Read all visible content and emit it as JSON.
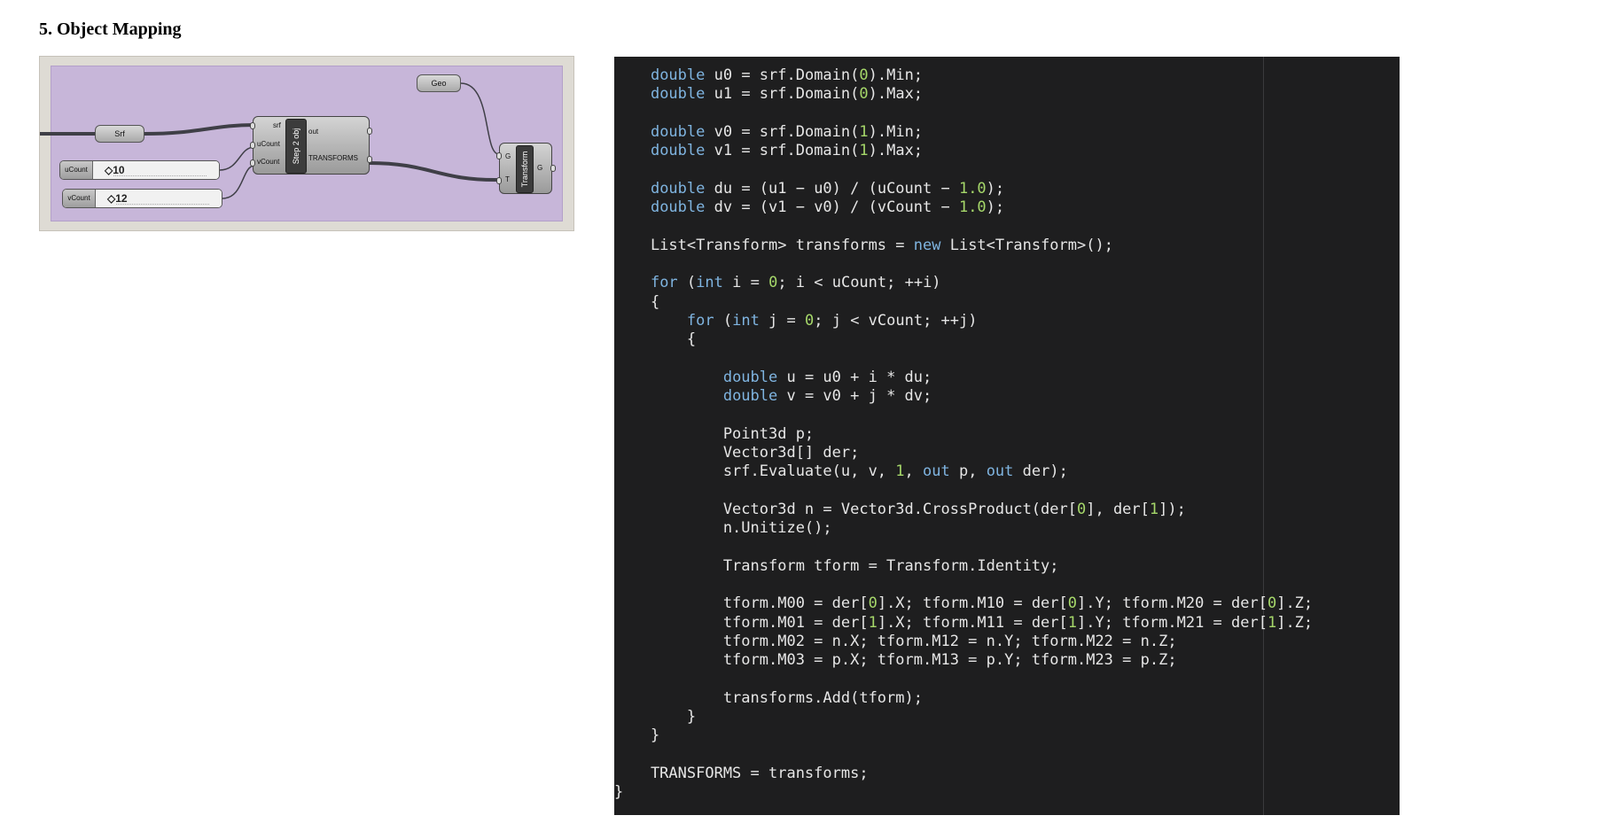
{
  "section": {
    "heading": "5. Object Mapping"
  },
  "grasshopper": {
    "params": {
      "srf": "Srf",
      "geo": "Geo"
    },
    "sliders": [
      {
        "name": "uCount",
        "value": "10"
      },
      {
        "name": "vCount",
        "value": "12"
      }
    ],
    "script_component": {
      "title": "Step 2 obj",
      "inputs": [
        "srf",
        "uCount",
        "vCount"
      ],
      "outputs": [
        "out",
        "TRANSFORMS"
      ]
    },
    "transform_component": {
      "title": "Transform",
      "inputs": [
        "G",
        "T"
      ],
      "output": "G"
    }
  },
  "code": {
    "lines": [
      [
        [
          "    ",
          ""
        ],
        [
          "double",
          "kw"
        ],
        [
          " u0 = srf.Domain(",
          ""
        ],
        [
          "0",
          "num"
        ],
        [
          ").Min;",
          ""
        ]
      ],
      [
        [
          "    ",
          ""
        ],
        [
          "double",
          "kw"
        ],
        [
          " u1 = srf.Domain(",
          ""
        ],
        [
          "0",
          "num"
        ],
        [
          ").Max;",
          ""
        ]
      ],
      [],
      [
        [
          "    ",
          ""
        ],
        [
          "double",
          "kw"
        ],
        [
          " v0 = srf.Domain(",
          ""
        ],
        [
          "1",
          "num"
        ],
        [
          ").Min;",
          ""
        ]
      ],
      [
        [
          "    ",
          ""
        ],
        [
          "double",
          "kw"
        ],
        [
          " v1 = srf.Domain(",
          ""
        ],
        [
          "1",
          "num"
        ],
        [
          ").Max;",
          ""
        ]
      ],
      [],
      [
        [
          "    ",
          ""
        ],
        [
          "double",
          "kw"
        ],
        [
          " du = (u1 − u0) / (uCount − ",
          ""
        ],
        [
          "1.0",
          "num"
        ],
        [
          ");",
          ""
        ]
      ],
      [
        [
          "    ",
          ""
        ],
        [
          "double",
          "kw"
        ],
        [
          " dv = (v1 − v0) / (vCount − ",
          ""
        ],
        [
          "1.0",
          "num"
        ],
        [
          ");",
          ""
        ]
      ],
      [],
      [
        [
          "    List<Transform> transforms = ",
          ""
        ],
        [
          "new",
          "kw"
        ],
        [
          " List<Transform>();",
          ""
        ]
      ],
      [],
      [
        [
          "    ",
          ""
        ],
        [
          "for",
          "kw"
        ],
        [
          " (",
          ""
        ],
        [
          "int",
          "kw"
        ],
        [
          " i = ",
          ""
        ],
        [
          "0",
          "num"
        ],
        [
          "; i < uCount; ++i)",
          ""
        ]
      ],
      [
        [
          "    {",
          ""
        ]
      ],
      [
        [
          "        ",
          ""
        ],
        [
          "for",
          "kw"
        ],
        [
          " (",
          ""
        ],
        [
          "int",
          "kw"
        ],
        [
          " j = ",
          ""
        ],
        [
          "0",
          "num"
        ],
        [
          "; j < vCount; ++j)",
          ""
        ]
      ],
      [
        [
          "        {",
          ""
        ]
      ],
      [],
      [
        [
          "            ",
          ""
        ],
        [
          "double",
          "kw"
        ],
        [
          " u = u0 + i * du;",
          ""
        ]
      ],
      [
        [
          "            ",
          ""
        ],
        [
          "double",
          "kw"
        ],
        [
          " v = v0 + j * dv;",
          ""
        ]
      ],
      [],
      [
        [
          "            Point3d p;",
          ""
        ]
      ],
      [
        [
          "            Vector3d[] der;",
          ""
        ]
      ],
      [
        [
          "            srf.Evaluate(u, v, ",
          ""
        ],
        [
          "1",
          "num"
        ],
        [
          ", ",
          ""
        ],
        [
          "out",
          "kw"
        ],
        [
          " p, ",
          ""
        ],
        [
          "out",
          "kw"
        ],
        [
          " der);",
          ""
        ]
      ],
      [],
      [
        [
          "            Vector3d n = Vector3d.CrossProduct(der[",
          ""
        ],
        [
          "0",
          "num"
        ],
        [
          "], der[",
          ""
        ],
        [
          "1",
          "num"
        ],
        [
          "]);",
          ""
        ]
      ],
      [
        [
          "            n.Unitize();",
          ""
        ]
      ],
      [],
      [
        [
          "            Transform tform = Transform.Identity;",
          ""
        ]
      ],
      [],
      [
        [
          "            tform.M00 = der[",
          ""
        ],
        [
          "0",
          "num"
        ],
        [
          "].X; tform.M10 = der[",
          ""
        ],
        [
          "0",
          "num"
        ],
        [
          "].Y; tform.M20 = der[",
          ""
        ],
        [
          "0",
          "num"
        ],
        [
          "].Z;",
          ""
        ]
      ],
      [
        [
          "            tform.M01 = der[",
          ""
        ],
        [
          "1",
          "num"
        ],
        [
          "].X; tform.M11 = der[",
          ""
        ],
        [
          "1",
          "num"
        ],
        [
          "].Y; tform.M21 = der[",
          ""
        ],
        [
          "1",
          "num"
        ],
        [
          "].Z;",
          ""
        ]
      ],
      [
        [
          "            tform.M02 = n.X; tform.M12 = n.Y; tform.M22 = n.Z;",
          ""
        ]
      ],
      [
        [
          "            tform.M03 = p.X; tform.M13 = p.Y; tform.M23 = p.Z;",
          ""
        ]
      ],
      [],
      [
        [
          "            transforms.Add(tform);",
          ""
        ]
      ],
      [
        [
          "        }",
          ""
        ]
      ],
      [
        [
          "    }",
          ""
        ]
      ],
      [],
      [
        [
          "    TRANSFORMS = transforms;",
          ""
        ]
      ],
      [
        [
          "}",
          ""
        ]
      ]
    ]
  }
}
